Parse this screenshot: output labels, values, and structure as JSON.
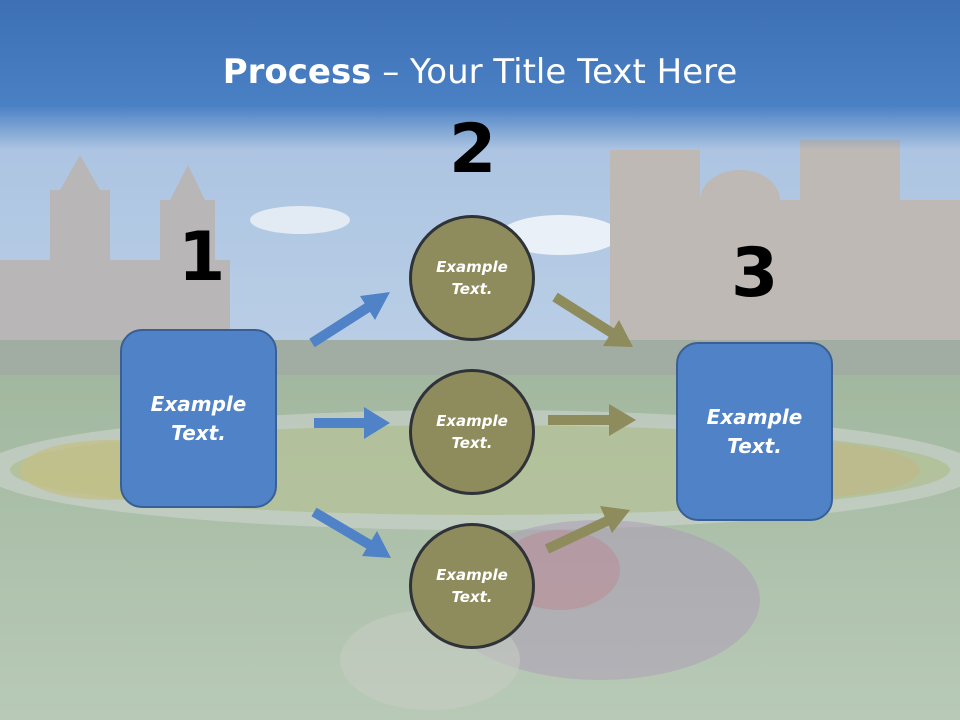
{
  "slide": {
    "title_bold": "Process",
    "title_rest": " – Your Title Text Here"
  },
  "steps": {
    "n1": "1",
    "n2": "2",
    "n3": "3"
  },
  "left_box": {
    "text_line1": "Example",
    "text_line2": "Text."
  },
  "right_box": {
    "text_line1": "Example",
    "text_line2": "Text."
  },
  "circles": [
    {
      "line1": "Example",
      "line2": "Text."
    },
    {
      "line1": "Example",
      "line2": "Text."
    },
    {
      "line1": "Example",
      "line2": "Text."
    }
  ],
  "colors": {
    "title_bar": "#3d70b4",
    "box_fill": "#4f82c7",
    "circle_fill": "#8e8b5c",
    "arrow_blue": "#4f82c7",
    "arrow_olive": "#8e8b5c"
  }
}
